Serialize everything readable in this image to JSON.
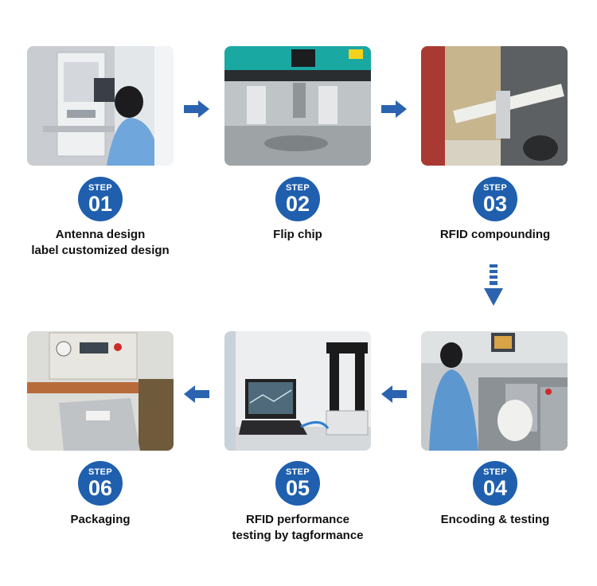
{
  "steps": [
    {
      "badge": "STEP",
      "number": "01",
      "caption_lines": [
        "Antenna design",
        "label customized design"
      ],
      "photo": "operator-at-antenna-design-station"
    },
    {
      "badge": "STEP",
      "number": "02",
      "caption_lines": [
        "Flip chip"
      ],
      "photo": "flip-chip-bonding-machine"
    },
    {
      "badge": "STEP",
      "number": "03",
      "caption_lines": [
        "RFID compounding"
      ],
      "photo": "rfid-compounding-rollers"
    },
    {
      "badge": "STEP",
      "number": "04",
      "caption_lines": [
        "Encoding & testing"
      ],
      "photo": "operator-at-encoding-machine"
    },
    {
      "badge": "STEP",
      "number": "05",
      "caption_lines": [
        "RFID performance",
        "testing by tagformance"
      ],
      "photo": "laptop-with-tagformance-tester"
    },
    {
      "badge": "STEP",
      "number": "06",
      "caption_lines": [
        "Packaging"
      ],
      "photo": "vacuum-sealing-packaging-machine"
    }
  ],
  "colors": {
    "badge": "#1f5fae",
    "arrow": "#2b63b0",
    "text": "#111111"
  },
  "icons": [
    "arrow-right-icon",
    "arrow-down-icon",
    "arrow-left-icon"
  ]
}
